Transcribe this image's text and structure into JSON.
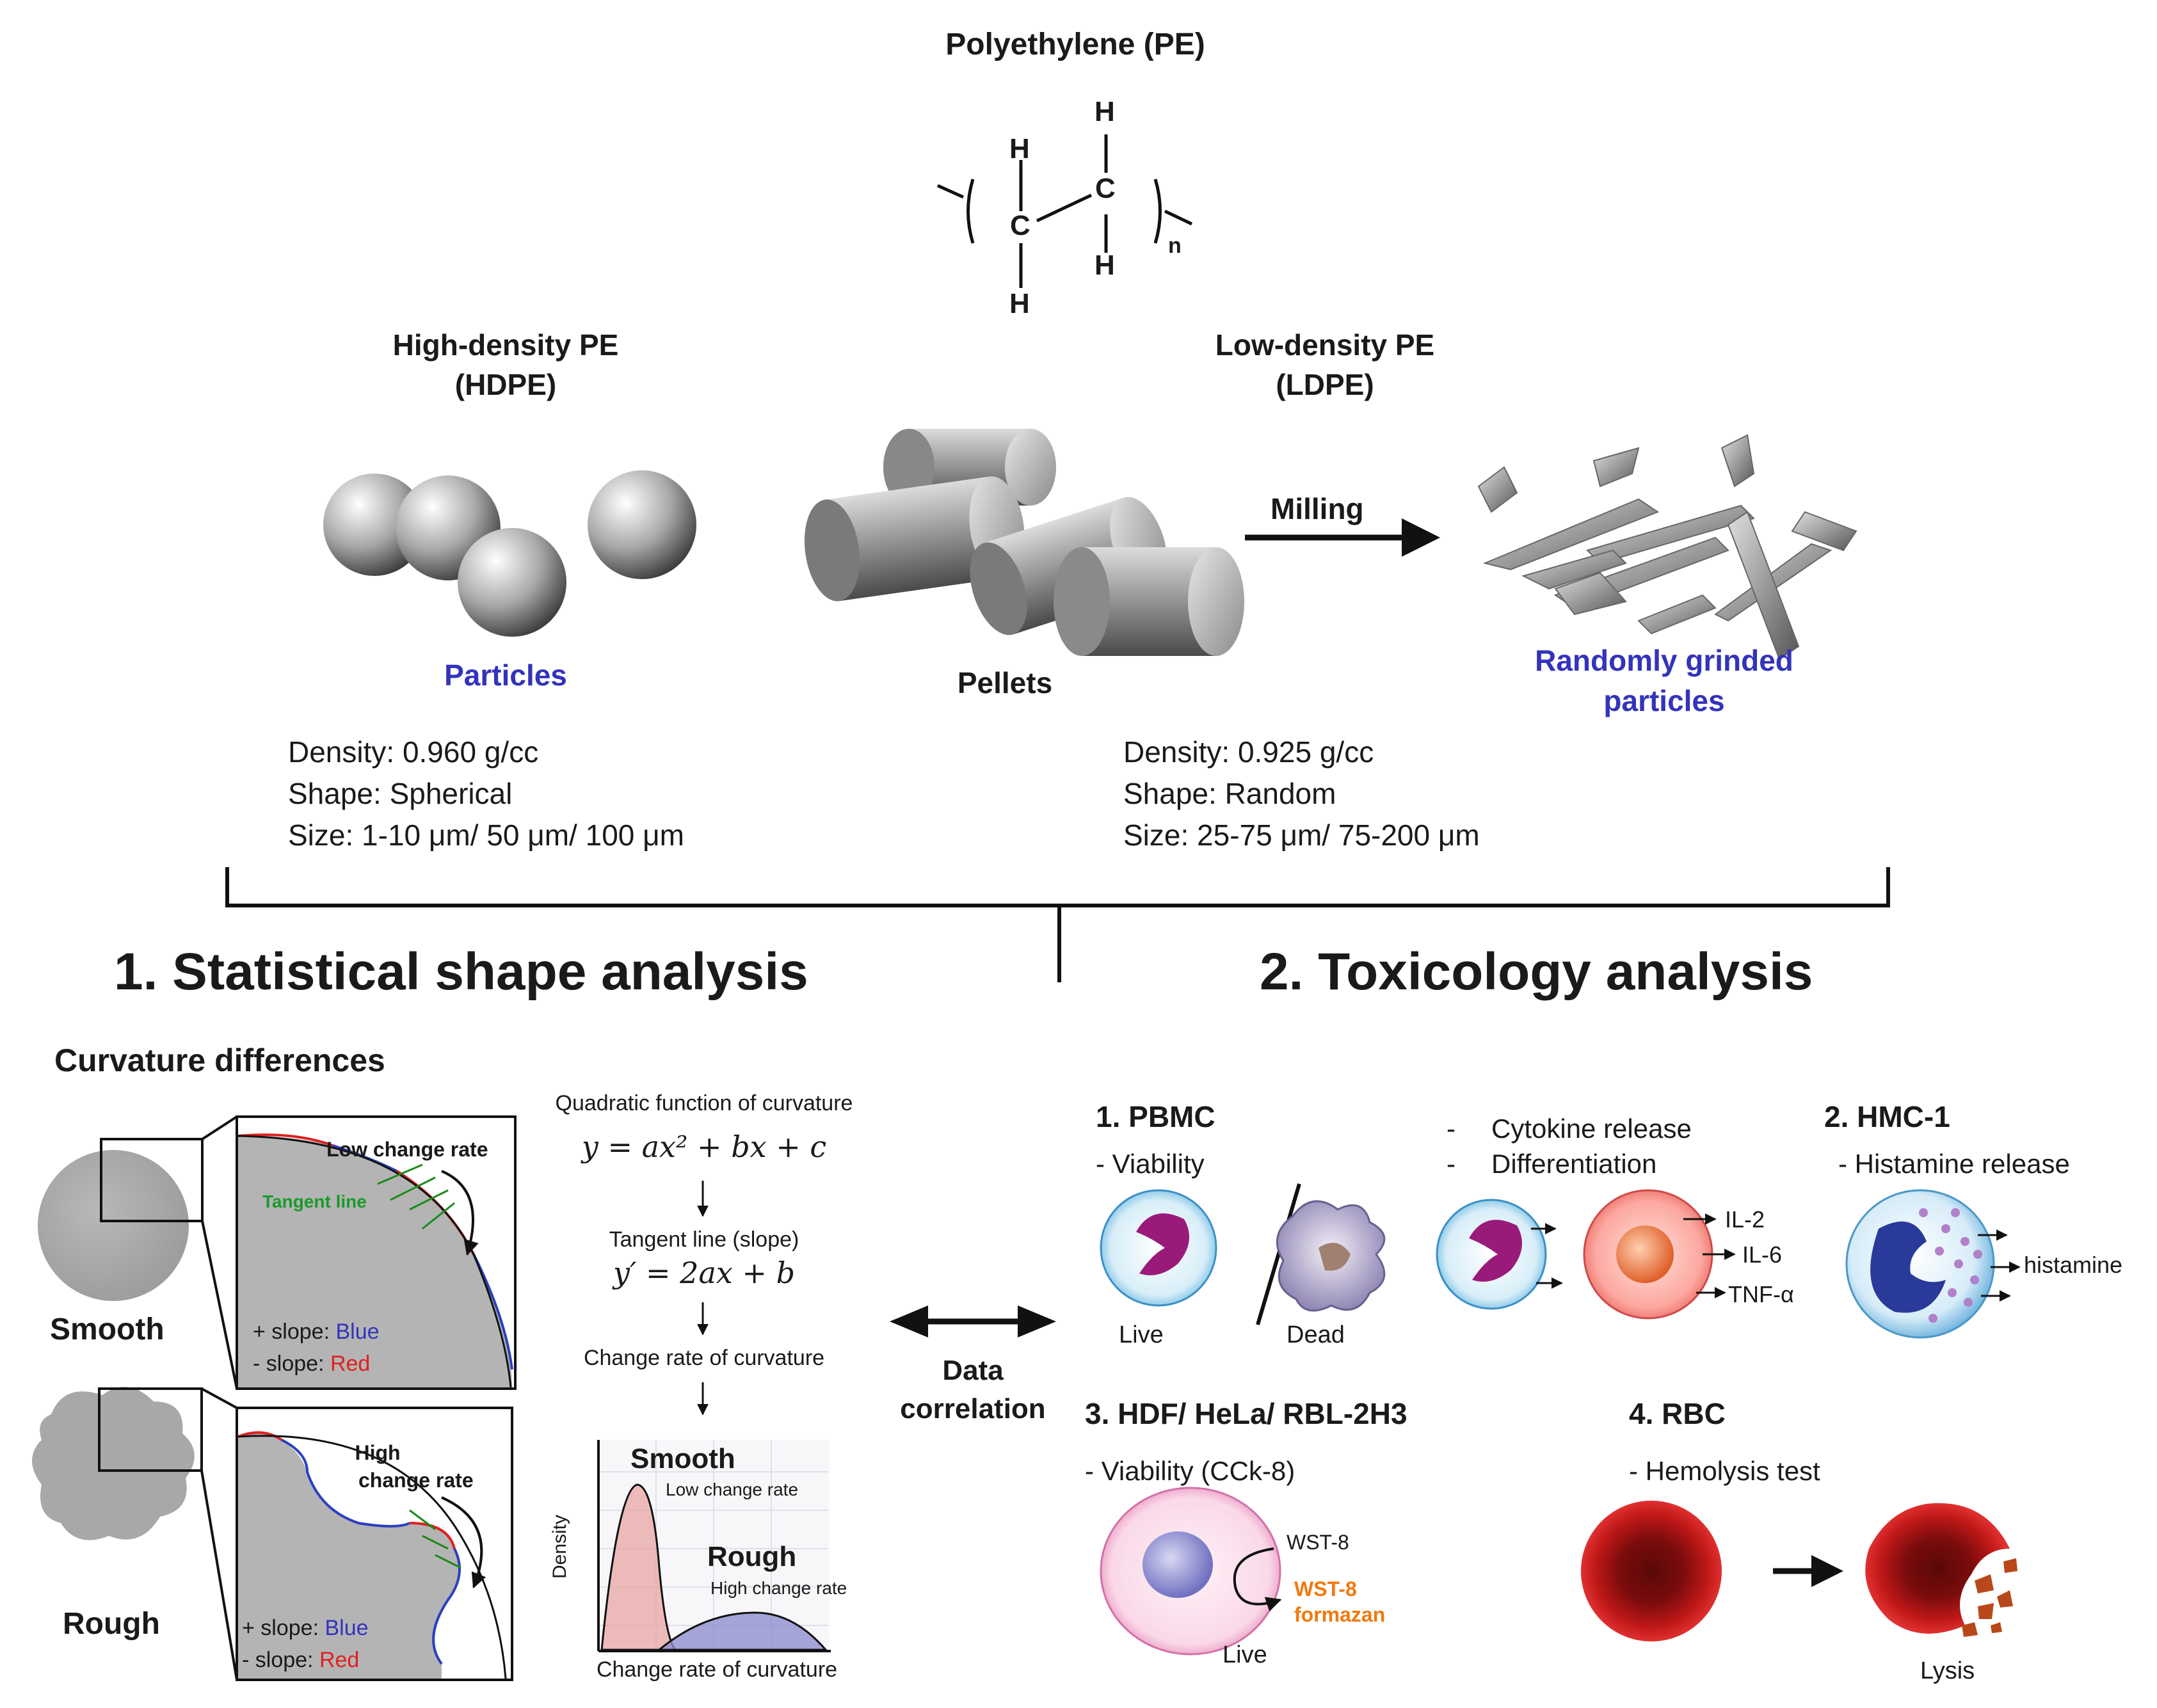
{
  "title": "Polyethylene (PE)",
  "chem": {
    "H": "H",
    "C": "C",
    "n": "n"
  },
  "hdpe": {
    "title1": "High-density PE",
    "title2": "(HDPE)",
    "label": "Particles",
    "density": "Density: 0.960 g/cc",
    "shape": "Shape: Spherical",
    "size": "Size: 1-10 μm/ 50 μm/ 100 μm"
  },
  "pellets": {
    "label": "Pellets"
  },
  "ldpe": {
    "title1": "Low-density PE",
    "title2": "(LDPE)",
    "milling": "Milling",
    "label1": "Randomly grinded",
    "label2": "particles",
    "density": "Density: 0.925 g/cc",
    "shape": "Shape: Random",
    "size": "Size: 25-75 μm/ 75-200 μm"
  },
  "section1": {
    "heading": "1. Statistical shape analysis",
    "subheading": "Curvature differences",
    "smooth": {
      "name": "Smooth",
      "rate_label": "Low change rate",
      "tangent": "Tangent line",
      "plus_prefix": "+ slope: ",
      "plus_color": "Blue",
      "minus_prefix": "- slope: ",
      "minus_color": "Red"
    },
    "rough": {
      "name": "Rough",
      "rate_label1": "High",
      "rate_label2": "change rate",
      "plus_prefix": "+ slope: ",
      "plus_color": "Blue",
      "minus_prefix": "- slope: ",
      "minus_color": "Red"
    },
    "flow": {
      "quad_title": "Quadratic function of curvature",
      "quad_eq": "y = ax² + bx + c",
      "tangent_title": "Tangent line (slope)",
      "tangent_eq": "y′ = 2ax + b",
      "change_title": "Change rate of curvature"
    },
    "density_plot": {
      "smooth": "Smooth",
      "smooth_sub": "Low change rate",
      "rough": "Rough",
      "rough_sub": "High change rate",
      "ylabel": "Density",
      "xlabel": "Change rate of curvature"
    }
  },
  "correlation": {
    "line1": "Data",
    "line2": "correlation"
  },
  "section2": {
    "heading": "2. Toxicology analysis",
    "pbmc": {
      "title": "1. PBMC",
      "viability": "- Viability",
      "live": "Live",
      "dead": "Dead",
      "cytokine_dash": "-",
      "cytokine": "Cytokine release",
      "diff_dash": "-",
      "differentiation": "Differentiation",
      "il2": "IL-2",
      "il6": "IL-6",
      "tnf": "TNF-α"
    },
    "hmc": {
      "title": "2. HMC-1",
      "release": "- Histamine release",
      "histamine": "histamine"
    },
    "hdf": {
      "title": "3. HDF/ HeLa/ RBL-2H3",
      "viability": "- Viability (CCk-8)",
      "wst": "WST-8",
      "formazan1": "WST-8",
      "formazan2": "formazan",
      "live": "Live"
    },
    "rbc": {
      "title": "4. RBC",
      "test": "- Hemolysis test",
      "lysis": "Lysis"
    }
  },
  "colors": {
    "blue_text": "#3333bb",
    "red_text": "#e02020",
    "orange_text": "#f07a10",
    "plot_red": "#e8a0a0",
    "plot_blue": "#8f8fd0"
  }
}
